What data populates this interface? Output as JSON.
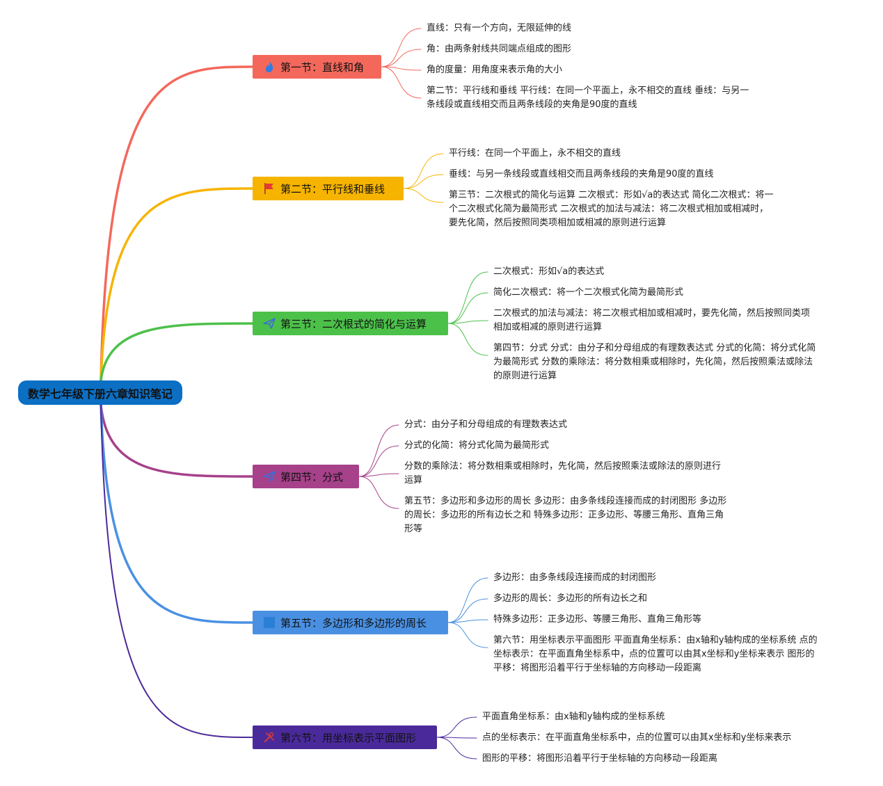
{
  "root": {
    "title": "数学七年级下册六章知识笔记"
  },
  "colors": {
    "root": "#0b6fc4",
    "branches": [
      "#f4685c",
      "#f6b400",
      "#4cc14a",
      "#a6418a",
      "#4a90e2",
      "#4a2a9a"
    ]
  },
  "sections": [
    {
      "title": "第一节：直线和角",
      "icon": "fire-icon",
      "items": [
        [
          "直线：只有一个方向，无限延伸的线"
        ],
        [
          "角：由两条射线共同端点组成的图形"
        ],
        [
          "角的度量：用角度来表示角的大小"
        ],
        [
          "第二节：平行线和垂线 平行线：在同一个平面上，永不相交的直线 垂线：与另一",
          "条线段或直线相交而且两条线段的夹角是90度的直线"
        ]
      ]
    },
    {
      "title": "第二节：平行线和垂线",
      "icon": "flag-icon",
      "items": [
        [
          "平行线：在同一个平面上，永不相交的直线"
        ],
        [
          "垂线：与另一条线段或直线相交而且两条线段的夹角是90度的直线"
        ],
        [
          "第三节：二次根式的简化与运算 二次根式：形如√a的表达式 简化二次根式：将一",
          "个二次根式化简为最简形式 二次根式的加法与减法：将二次根式相加或相减时，",
          "要先化简，然后按照同类项相加或相减的原则进行运算"
        ]
      ]
    },
    {
      "title": "第三节：二次根式的简化与运算",
      "icon": "paper-plane-icon",
      "items": [
        [
          "二次根式：形如√a的表达式"
        ],
        [
          "简化二次根式：将一个二次根式化简为最简形式"
        ],
        [
          "二次根式的加法与减法：将二次根式相加或相减时，要先化简，然后按照同类项",
          "相加或相减的原则进行运算"
        ],
        [
          "第四节：分式 分式：由分子和分母组成的有理数表达式 分式的化简：将分式化简",
          "为最简形式 分数的乘除法：将分数相乘或相除时，先化简，然后按照乘法或除法",
          "的原则进行运算"
        ]
      ]
    },
    {
      "title": "第四节：分式",
      "icon": "paper-plane-icon",
      "items": [
        [
          "分式：由分子和分母组成的有理数表达式"
        ],
        [
          "分式的化简：将分式化简为最简形式"
        ],
        [
          "分数的乘除法：将分数相乘或相除时，先化简，然后按照乘法或除法的原则进行",
          "运算"
        ],
        [
          "第五节：多边形和多边形的周长 多边形：由多条线段连接而成的封闭图形 多边形",
          "的周长：多边形的所有边长之和 特殊多边形：正多边形、等腰三角形、直角三角",
          "形等"
        ]
      ]
    },
    {
      "title": "第五节：多边形和多边形的周长",
      "icon": "square-icon",
      "items": [
        [
          "多边形：由多条线段连接而成的封闭图形"
        ],
        [
          "多边形的周长：多边形的所有边长之和"
        ],
        [
          "特殊多边形：正多边形、等腰三角形、直角三角形等"
        ],
        [
          "第六节：用坐标表示平面图形 平面直角坐标系：由x轴和y轴构成的坐标系统 点的",
          "坐标表示：在平面直角坐标系中，点的位置可以由其x坐标和y坐标来表示 图形的",
          "平移：将图形沿着平行于坐标轴的方向移动一段距离"
        ]
      ]
    },
    {
      "title": "第六节：用坐标表示平面图形",
      "icon": "tools-icon",
      "items": [
        [
          "平面直角坐标系：由x轴和y轴构成的坐标系统"
        ],
        [
          "点的坐标表示：在平面直角坐标系中，点的位置可以由其x坐标和y坐标来表示"
        ],
        [
          "图形的平移：将图形沿着平行于坐标轴的方向移动一段距离"
        ]
      ]
    }
  ]
}
